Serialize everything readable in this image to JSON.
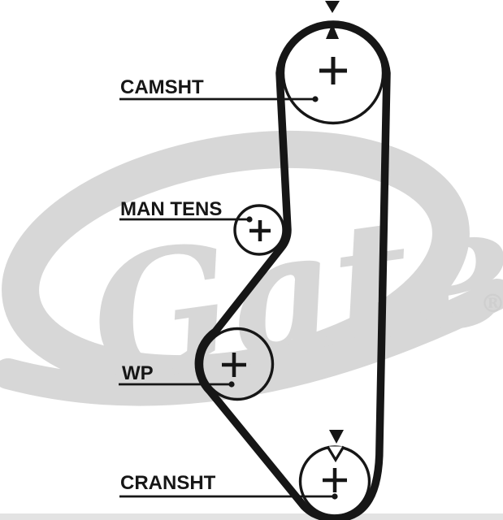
{
  "diagram": {
    "type": "timing-belt-routing",
    "watermark": {
      "brand": "Gates",
      "registered": "®"
    },
    "labels": {
      "camshaft": "CAMSHT",
      "tensioner": "MAN TENS",
      "water_pump": "WP",
      "crankshaft": "CRANSHT"
    },
    "colors": {
      "line": "#161616",
      "watermark": "#d7d7d7",
      "background": "#ffffff"
    }
  }
}
